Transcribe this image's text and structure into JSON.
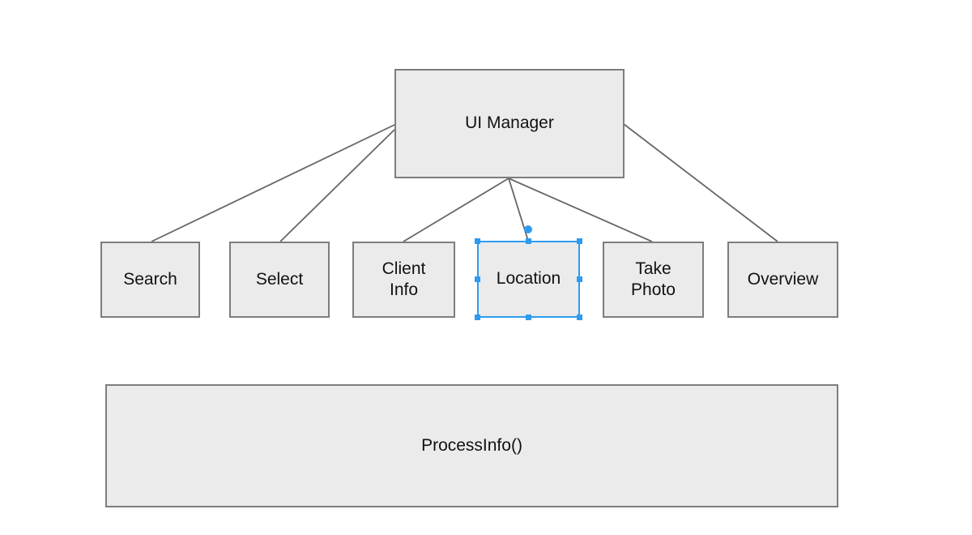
{
  "diagram": {
    "root_node": {
      "label": "UI Manager"
    },
    "modules": [
      {
        "label": "Search",
        "selected": false
      },
      {
        "label": "Select",
        "selected": false
      },
      {
        "label": "Client Info",
        "selected": false
      },
      {
        "label": "Location",
        "selected": true
      },
      {
        "label": "Take Photo",
        "selected": false
      },
      {
        "label": "Overview",
        "selected": false
      }
    ],
    "process_node": {
      "label": "ProcessInfo()"
    },
    "edges": [
      {
        "from": "UI Manager",
        "to": "Search"
      },
      {
        "from": "UI Manager",
        "to": "Select"
      },
      {
        "from": "UI Manager",
        "to": "Client Info"
      },
      {
        "from": "UI Manager",
        "to": "Location"
      },
      {
        "from": "UI Manager",
        "to": "Take Photo"
      },
      {
        "from": "UI Manager",
        "to": "Overview"
      }
    ],
    "colors": {
      "background": "#ffffff",
      "node_fill": "#ebebeb",
      "node_border": "#7d7d7d",
      "connector": "#666666",
      "selection": "#2e9bf0",
      "label_text": "#111111"
    }
  }
}
